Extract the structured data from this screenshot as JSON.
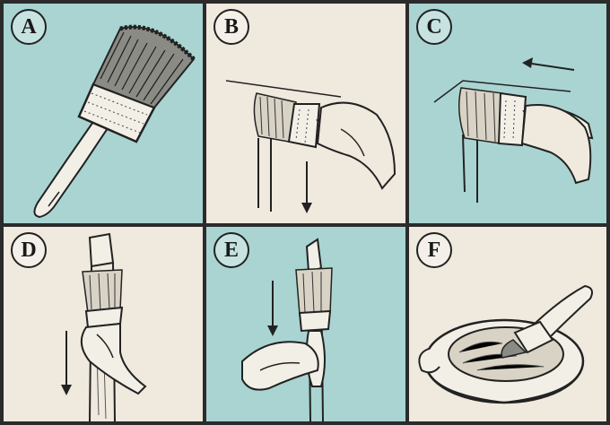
{
  "panels": [
    {
      "letter": "A",
      "bg": "#a9d4d2"
    },
    {
      "letter": "B",
      "bg": "#efe9de"
    },
    {
      "letter": "C",
      "bg": "#a9d4d2"
    },
    {
      "letter": "D",
      "bg": "#efe9de"
    },
    {
      "letter": "E",
      "bg": "#a9d4d2"
    },
    {
      "letter": "F",
      "bg": "#efe9de"
    }
  ]
}
